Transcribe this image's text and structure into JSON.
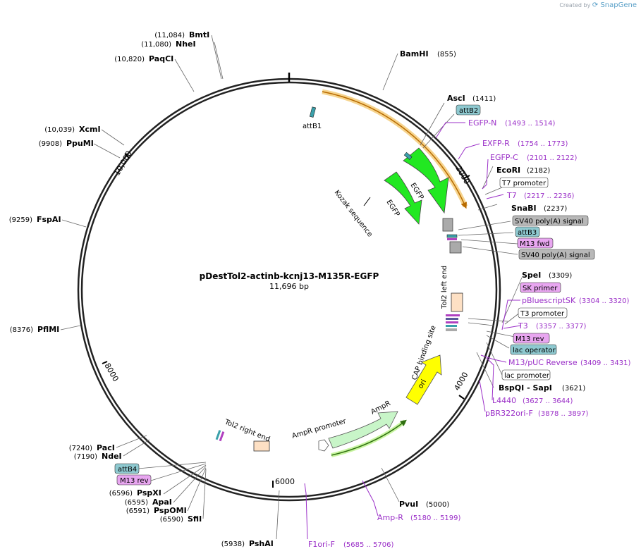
{
  "credit": {
    "prefix": "Created by",
    "brand": "SnapGene"
  },
  "plasmid": {
    "name": "pDestTol2-actinb-kcnj13-M135R-EGFP",
    "length_label": "11,696 bp"
  },
  "ticks": [
    "2000",
    "4000",
    "6000",
    "8000",
    "10,000"
  ],
  "colors": {
    "primer": "#9b30c8",
    "enzyme": "#000000",
    "misc_box": "#b8b8b8",
    "att_box": "#8ec9d0",
    "primer_box": "#e8a6f0"
  },
  "features": [
    {
      "id": "egfp",
      "label": "EGFP",
      "color": "#22e822"
    },
    {
      "id": "egfp2",
      "label": "EGFP",
      "color": "#22e822"
    },
    {
      "id": "kozak",
      "label": "Kozak sequence"
    },
    {
      "id": "attb1",
      "label": "attB1"
    },
    {
      "id": "tol2left",
      "label": "Tol2 left end"
    },
    {
      "id": "cap",
      "label": "CAP binding site"
    },
    {
      "id": "ori",
      "label": "ori",
      "color": "#ffff00"
    },
    {
      "id": "ampr",
      "label": "AmpR",
      "color": "#c8f5c8"
    },
    {
      "id": "amprprom",
      "label": "AmpR promoter"
    },
    {
      "id": "tol2right",
      "label": "Tol2 right end"
    }
  ],
  "site_labels": [
    {
      "id": "bmti",
      "name": "BmtI",
      "pos": "(11,084)",
      "type": "enzyme"
    },
    {
      "id": "nhei",
      "name": "NheI",
      "pos": "(11,080)",
      "type": "enzyme"
    },
    {
      "id": "paqci",
      "name": "PaqCI",
      "pos": "(10,820)",
      "type": "enzyme"
    },
    {
      "id": "xcmi",
      "name": "XcmI",
      "pos": "(10,039)",
      "type": "enzyme"
    },
    {
      "id": "ppumi",
      "name": "PpuMI",
      "pos": "(9908)",
      "type": "enzyme"
    },
    {
      "id": "fspai",
      "name": "FspAI",
      "pos": "(9259)",
      "type": "enzyme"
    },
    {
      "id": "pflmi",
      "name": "PflMI",
      "pos": "(8376)",
      "type": "enzyme"
    },
    {
      "id": "paci",
      "name": "PacI",
      "pos": "(7240)",
      "type": "enzyme"
    },
    {
      "id": "ndei",
      "name": "NdeI",
      "pos": "(7190)",
      "type": "enzyme"
    },
    {
      "id": "attb4",
      "name": "attB4",
      "pos": "",
      "type": "att"
    },
    {
      "id": "m13rev2",
      "name": "M13 rev",
      "pos": "",
      "type": "primerbox"
    },
    {
      "id": "pspxi",
      "name": "PspXI",
      "pos": "(6596)",
      "type": "enzyme"
    },
    {
      "id": "apai",
      "name": "ApaI",
      "pos": "(6595)",
      "type": "enzyme"
    },
    {
      "id": "pspomi",
      "name": "PspOMI",
      "pos": "(6591)",
      "type": "enzyme"
    },
    {
      "id": "sfii",
      "name": "SfiI",
      "pos": "(6590)",
      "type": "enzyme"
    },
    {
      "id": "pshai",
      "name": "PshAI",
      "pos": "(5938)",
      "type": "enzyme"
    },
    {
      "id": "f1orif",
      "name": "F1ori-F",
      "pos": "(5685 .. 5706)",
      "type": "primer"
    },
    {
      "id": "ampr_primer",
      "name": "Amp-R",
      "pos": "(5180 .. 5199)",
      "type": "primer"
    },
    {
      "id": "pvui",
      "name": "PvuI",
      "pos": "(5000)",
      "type": "enzyme"
    },
    {
      "id": "bamhi",
      "name": "BamHI",
      "pos": "(855)",
      "type": "enzyme"
    },
    {
      "id": "asci",
      "name": "AscI",
      "pos": "(1411)",
      "type": "enzyme"
    },
    {
      "id": "attb2",
      "name": "attB2",
      "pos": "",
      "type": "att"
    },
    {
      "id": "egfpn",
      "name": "EGFP-N",
      "pos": "(1493 .. 1514)",
      "type": "primer"
    },
    {
      "id": "exfpr",
      "name": "EXFP-R",
      "pos": "(1754 .. 1773)",
      "type": "primer"
    },
    {
      "id": "egfpc",
      "name": "EGFP-C",
      "pos": "(2101 .. 2122)",
      "type": "primer"
    },
    {
      "id": "ecori",
      "name": "EcoRI",
      "pos": "(2182)",
      "type": "enzyme"
    },
    {
      "id": "t7prom",
      "name": "T7 promoter",
      "pos": "",
      "type": "white"
    },
    {
      "id": "t7",
      "name": "T7",
      "pos": "(2217 .. 2236)",
      "type": "primer"
    },
    {
      "id": "snabi",
      "name": "SnaBI",
      "pos": "(2237)",
      "type": "enzyme"
    },
    {
      "id": "sv40a",
      "name": "SV40 poly(A) signal",
      "pos": "",
      "type": "grey"
    },
    {
      "id": "attb3",
      "name": "attB3",
      "pos": "",
      "type": "att"
    },
    {
      "id": "m13fwd",
      "name": "M13 fwd",
      "pos": "",
      "type": "primerbox"
    },
    {
      "id": "sv40b",
      "name": "SV40 poly(A) signal",
      "pos": "",
      "type": "grey"
    },
    {
      "id": "spei",
      "name": "SpeI",
      "pos": "(3309)",
      "type": "enzyme"
    },
    {
      "id": "skprimer",
      "name": "SK primer",
      "pos": "",
      "type": "primerbox"
    },
    {
      "id": "pbsk",
      "name": "pBluescriptSK",
      "pos": "(3304 .. 3320)",
      "type": "primer"
    },
    {
      "id": "t3prom",
      "name": "T3 promoter",
      "pos": "",
      "type": "white"
    },
    {
      "id": "t3",
      "name": "T3",
      "pos": "(3357 .. 3377)",
      "type": "primer"
    },
    {
      "id": "m13rev",
      "name": "M13 rev",
      "pos": "",
      "type": "primerbox"
    },
    {
      "id": "lacop",
      "name": "lac operator",
      "pos": "",
      "type": "att"
    },
    {
      "id": "m13puc",
      "name": "M13/pUC Reverse",
      "pos": "(3409 .. 3431)",
      "type": "primer"
    },
    {
      "id": "lacprom",
      "name": "lac promoter",
      "pos": "",
      "type": "white"
    },
    {
      "id": "bspqi",
      "name": "BspQI - SapI",
      "pos": "(3621)",
      "type": "enzyme"
    },
    {
      "id": "l4440",
      "name": "L4440",
      "pos": "(3627 .. 3644)",
      "type": "primer"
    },
    {
      "id": "pbr322",
      "name": "pBR322ori-F",
      "pos": "(3878 .. 3897)",
      "type": "primer"
    }
  ]
}
